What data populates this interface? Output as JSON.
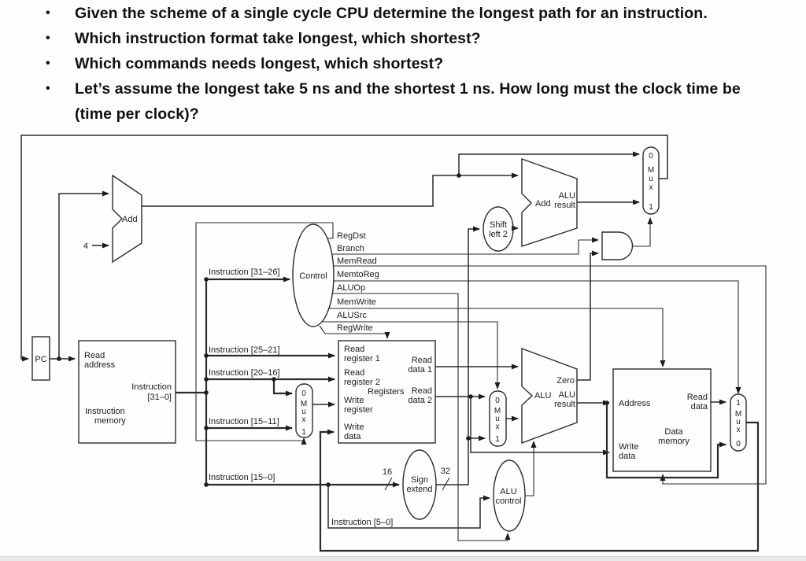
{
  "questions": {
    "bullet_glyph": "•",
    "items": [
      "Given the scheme of a single cycle CPU determine the longest path for an instruction.",
      "Which instruction format take longest, which shortest?",
      "Which commands needs longest, which shortest?",
      "Let’s assume the longest take 5 ns and the shortest 1 ns. How long must the clock time be (time per clock)?"
    ]
  },
  "diagram": {
    "pc": "PC",
    "const4": "4",
    "imem": {
      "read_address": [
        "Read",
        "address"
      ],
      "instruction_out": [
        "Instruction",
        "[31–0]"
      ],
      "title": [
        "Instruction",
        "memory"
      ]
    },
    "adder_pc": {
      "label": "Add"
    },
    "adder_branch": {
      "label": "Add",
      "result": [
        "ALU",
        "result"
      ]
    },
    "control": {
      "label": "Control",
      "input": "Instruction [31–26]",
      "signals": [
        "RegDst",
        "Branch",
        "MemRead",
        "MemtoReg",
        "ALUOp",
        "MemWrite",
        "ALUSrc",
        "RegWrite"
      ]
    },
    "fields": {
      "f2521": "Instruction [25–21]",
      "f2016": "Instruction [20–16]",
      "f1511": "Instruction [15–11]",
      "f150": "Instruction [15–0]",
      "f50": "Instruction [5–0]"
    },
    "registers": {
      "title": "Registers",
      "read_reg1": [
        "Read",
        "register 1"
      ],
      "read_reg2": [
        "Read",
        "register 2"
      ],
      "write_reg": [
        "Write",
        "register"
      ],
      "write_data": [
        "Write",
        "data"
      ],
      "read_data1": [
        "Read",
        "data 1"
      ],
      "read_data2": [
        "Read",
        "data 2"
      ]
    },
    "muxes": {
      "regdst": [
        "0",
        "M",
        "u",
        "x",
        "1"
      ],
      "pcsrc": [
        "0",
        "M",
        "u",
        "x",
        "1"
      ],
      "alusrc": [
        "0",
        "M",
        "u",
        "x",
        "1"
      ],
      "memtoreg": [
        "1",
        "M",
        "u",
        "x",
        "0"
      ]
    },
    "shift_left": [
      "Shift",
      "left 2"
    ],
    "sign_extend": {
      "label": [
        "Sign",
        "extend"
      ],
      "in_bits": "16",
      "out_bits": "32"
    },
    "alu": {
      "label": "ALU",
      "zero": "Zero",
      "result": [
        "ALU",
        "result"
      ]
    },
    "alu_control": [
      "ALU",
      "control"
    ],
    "dmem": {
      "title": [
        "Data",
        "memory"
      ],
      "address": "Address",
      "write_data": [
        "Write",
        "data"
      ],
      "read_data": [
        "Read",
        "data"
      ]
    }
  }
}
